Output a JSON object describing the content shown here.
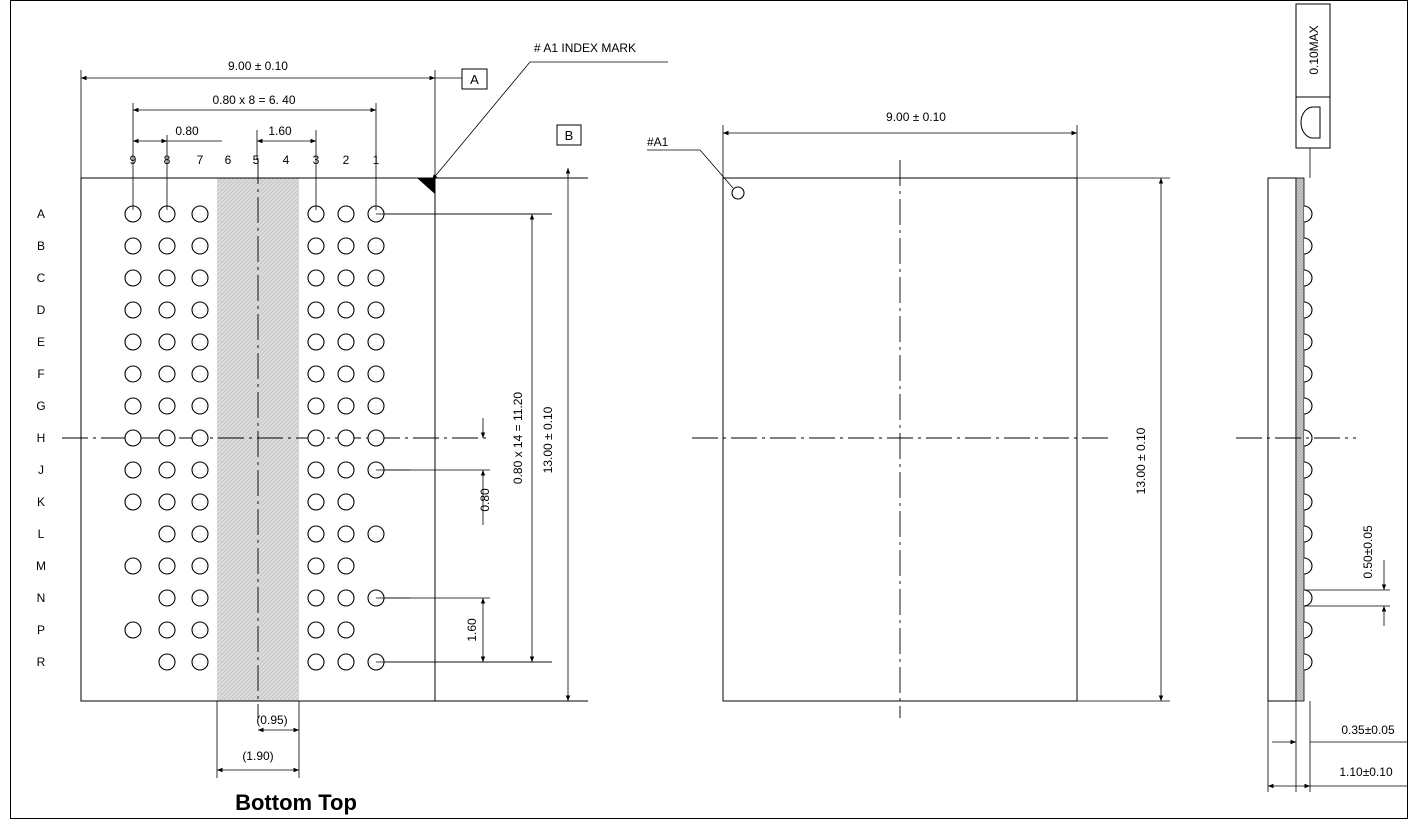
{
  "bottom_view": {
    "width_dim": "9.00 ± 0.10",
    "pitch_total_dim": "0.80 x 8 = 6. 40",
    "pitch_dim": "0.80",
    "gap_dim": "1.60",
    "columns": [
      "9",
      "8",
      "7",
      "6",
      "5",
      "4",
      "3",
      "2",
      "1"
    ],
    "rows": [
      "A",
      "B",
      "C",
      "D",
      "E",
      "F",
      "G",
      "H",
      "J",
      "K",
      "L",
      "M",
      "N",
      "P",
      "R"
    ],
    "datum_a": "A",
    "datum_b": "B",
    "index_mark": "# A1 INDEX MARK",
    "height_dim": "13.00 ± 0.10",
    "row_total_dim": "0.80 x 14 = 11.20",
    "row_pitch_dim": "0.80",
    "row_gap_dim": "1.60",
    "half_gap_dim": "(0.95)",
    "full_gap_dim": "(1.90)",
    "caption": "Bottom Top"
  },
  "top_view": {
    "a1_label": "#A1",
    "width_dim": "9.00 ± 0.10",
    "height_dim": "13.00 ± 0.10"
  },
  "side_view": {
    "flatness": "0.10MAX",
    "ball_dim": "0.50±0.05",
    "standoff_dim": "0.35±0.05",
    "thickness_dim": "1.10±0.10"
  }
}
